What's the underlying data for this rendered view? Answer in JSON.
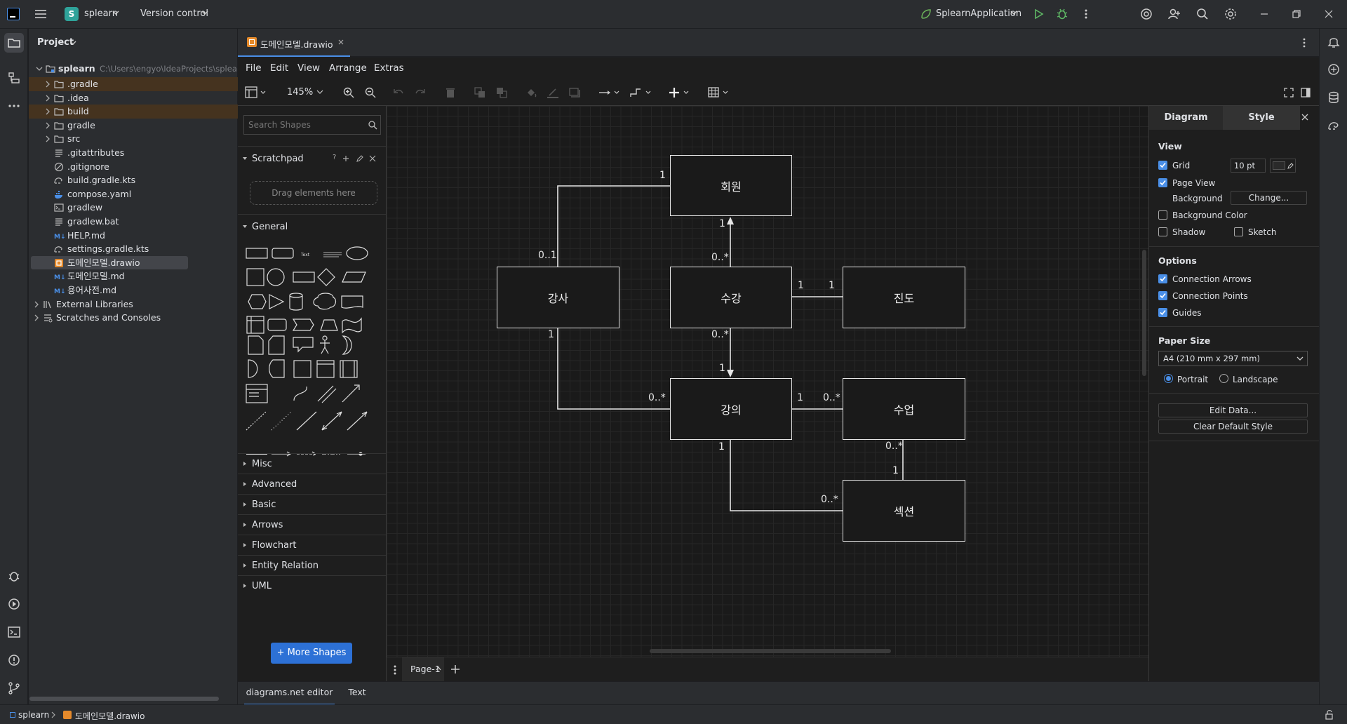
{
  "titlebar": {
    "project_badge": "S",
    "project_name": "splearn",
    "vcs": "Version control",
    "run_config": "SplearnApplication"
  },
  "project_panel": {
    "title": "Project",
    "tree": [
      {
        "label": "splearn",
        "path": "C:\\Users\\engyo\\IdeaProjects\\splea"
      },
      {
        "label": ".gradle"
      },
      {
        "label": ".idea"
      },
      {
        "label": "build"
      },
      {
        "label": "gradle"
      },
      {
        "label": "src"
      },
      {
        "label": ".gitattributes"
      },
      {
        "label": ".gitignore"
      },
      {
        "label": "build.gradle.kts"
      },
      {
        "label": "compose.yaml"
      },
      {
        "label": "gradlew"
      },
      {
        "label": "gradlew.bat"
      },
      {
        "label": "HELP.md"
      },
      {
        "label": "settings.gradle.kts"
      },
      {
        "label": "도메인모델.drawio"
      },
      {
        "label": "도메인모델.md"
      },
      {
        "label": "용어사전.md"
      },
      {
        "label": "External Libraries"
      },
      {
        "label": "Scratches and Consoles"
      }
    ]
  },
  "editor_tab": {
    "label": "도메인모델.drawio"
  },
  "drawio": {
    "menu": [
      "File",
      "Edit",
      "View",
      "Arrange",
      "Extras"
    ],
    "zoom": "145%",
    "search_placeholder": "Search Shapes",
    "scratchpad": {
      "title": "Scratchpad",
      "drop_hint": "Drag elements here",
      "help": "?"
    },
    "general_title": "General",
    "sections": [
      "Misc",
      "Advanced",
      "Basic",
      "Arrows",
      "Flowchart",
      "Entity Relation",
      "UML"
    ],
    "more_shapes": "+ More Shapes",
    "page_tab": "Page-1",
    "diagram": {
      "nodes": {
        "member": "회원",
        "instructor": "강사",
        "enrollment": "수강",
        "progress": "진도",
        "course": "강의",
        "lesson": "수업",
        "section": "섹션"
      },
      "labels": {
        "member_instructor_member": "1",
        "member_instructor_instructor": "0..1",
        "member_enroll_member": "1",
        "member_enroll_enroll": "0..*",
        "enroll_progress_enroll": "1",
        "enroll_progress_progress": "1",
        "enroll_course_enroll": "0..*",
        "enroll_course_course": "1",
        "instructor_course_instructor": "1",
        "instructor_course_course": "0..*",
        "course_lesson_course": "1",
        "course_lesson_lesson": "0..*",
        "course_section_course": "1",
        "course_section_section": "0..*",
        "lesson_section_lesson": "0..*",
        "lesson_section_section": "1"
      }
    },
    "format": {
      "tabs": [
        "Diagram",
        "Style"
      ],
      "view_title": "View",
      "grid": "Grid",
      "grid_size": "10 pt",
      "page_view": "Page View",
      "background": "Background",
      "change": "Change...",
      "background_color": "Background Color",
      "shadow": "Shadow",
      "sketch": "Sketch",
      "options_title": "Options",
      "connection_arrows": "Connection Arrows",
      "connection_points": "Connection Points",
      "guides": "Guides",
      "paper_title": "Paper Size",
      "paper_value": "A4 (210 mm x 297 mm)",
      "portrait": "Portrait",
      "landscape": "Landscape",
      "edit_data": "Edit Data...",
      "clear_style": "Clear Default Style"
    }
  },
  "bottom_tabs": [
    "diagrams.net editor",
    "Text"
  ],
  "statusbar": {
    "crumb_project": "splearn",
    "crumb_file": "도메인모델.drawio"
  },
  "colors": {
    "accent": "#4a8fe7",
    "highlight_row": "#45331f",
    "badge": "#2fa39a"
  }
}
